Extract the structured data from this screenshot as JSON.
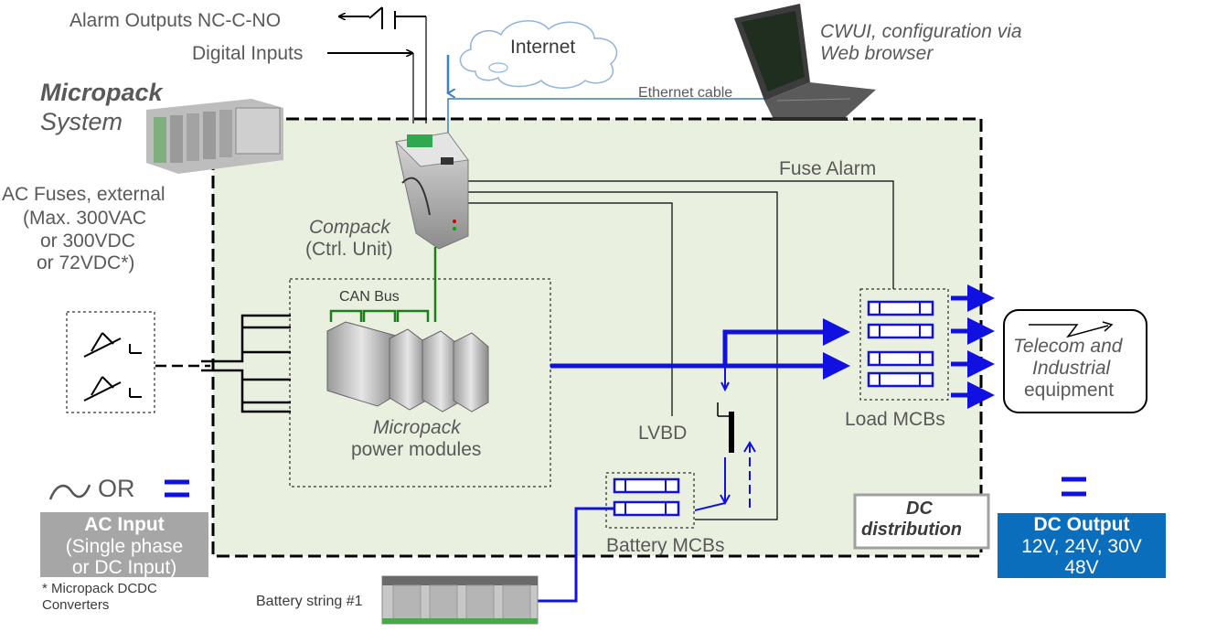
{
  "title": {
    "line1": "Micropack",
    "line2": "System"
  },
  "labels": {
    "alarm_outputs": "Alarm Outputs NC-C-NO",
    "digital_inputs": "Digital Inputs",
    "internet": "Internet",
    "ethernet_cable": "Ethernet cable",
    "cwui_line1": "CWUI, configuration via",
    "cwui_line2": "Web browser",
    "fuse_alarm": "Fuse Alarm",
    "compack_line1": "Compack",
    "compack_line2": "(Ctrl. Unit)",
    "can_bus": "CAN Bus",
    "modules_line1": "Micropack",
    "modules_line2": "power modules",
    "lvbd": "LVBD",
    "load_mcbs": "Load MCBs",
    "battery_mcbs": "Battery MCBs",
    "battery_string": "Battery string #1",
    "telecom_line1": "Telecom and",
    "telecom_line2": "Industrial",
    "telecom_line3": "equipment",
    "dc_distribution_line1": "DC",
    "dc_distribution_line2": "distribution",
    "or": "OR"
  },
  "ac_fuses": {
    "line1": "AC Fuses, external",
    "line2": "(Max. 300VAC",
    "line3": "or 300VDC",
    "line4": "or 72VDC*)"
  },
  "ac_input": {
    "title": "AC Input",
    "line1": "(Single phase",
    "line2": "or DC Input)"
  },
  "footnote": {
    "line1": "* Micropack DCDC",
    "line2": "Converters"
  },
  "dc_output": {
    "title": "DC Output",
    "line1": "12V, 24V, 30V",
    "line2": "48V"
  },
  "colors": {
    "system_fill": "#e9f0df",
    "dc_blue": "#1010e0",
    "can_green": "#1a7f1a",
    "ethernet_blue": "#3b7fc4",
    "ac_input_fill": "#a6a6a6",
    "dc_output_fill": "#0a6ebd"
  },
  "icons": {
    "laptop": "laptop-icon",
    "cloud": "cloud-icon",
    "controller": "controller-unit-icon",
    "rack": "micropack-rack-icon",
    "modules": "power-modules-icon",
    "battery": "battery-icon",
    "breaker": "breaker-icon",
    "ac": "ac-wave-icon",
    "dc": "dc-symbol-icon"
  }
}
